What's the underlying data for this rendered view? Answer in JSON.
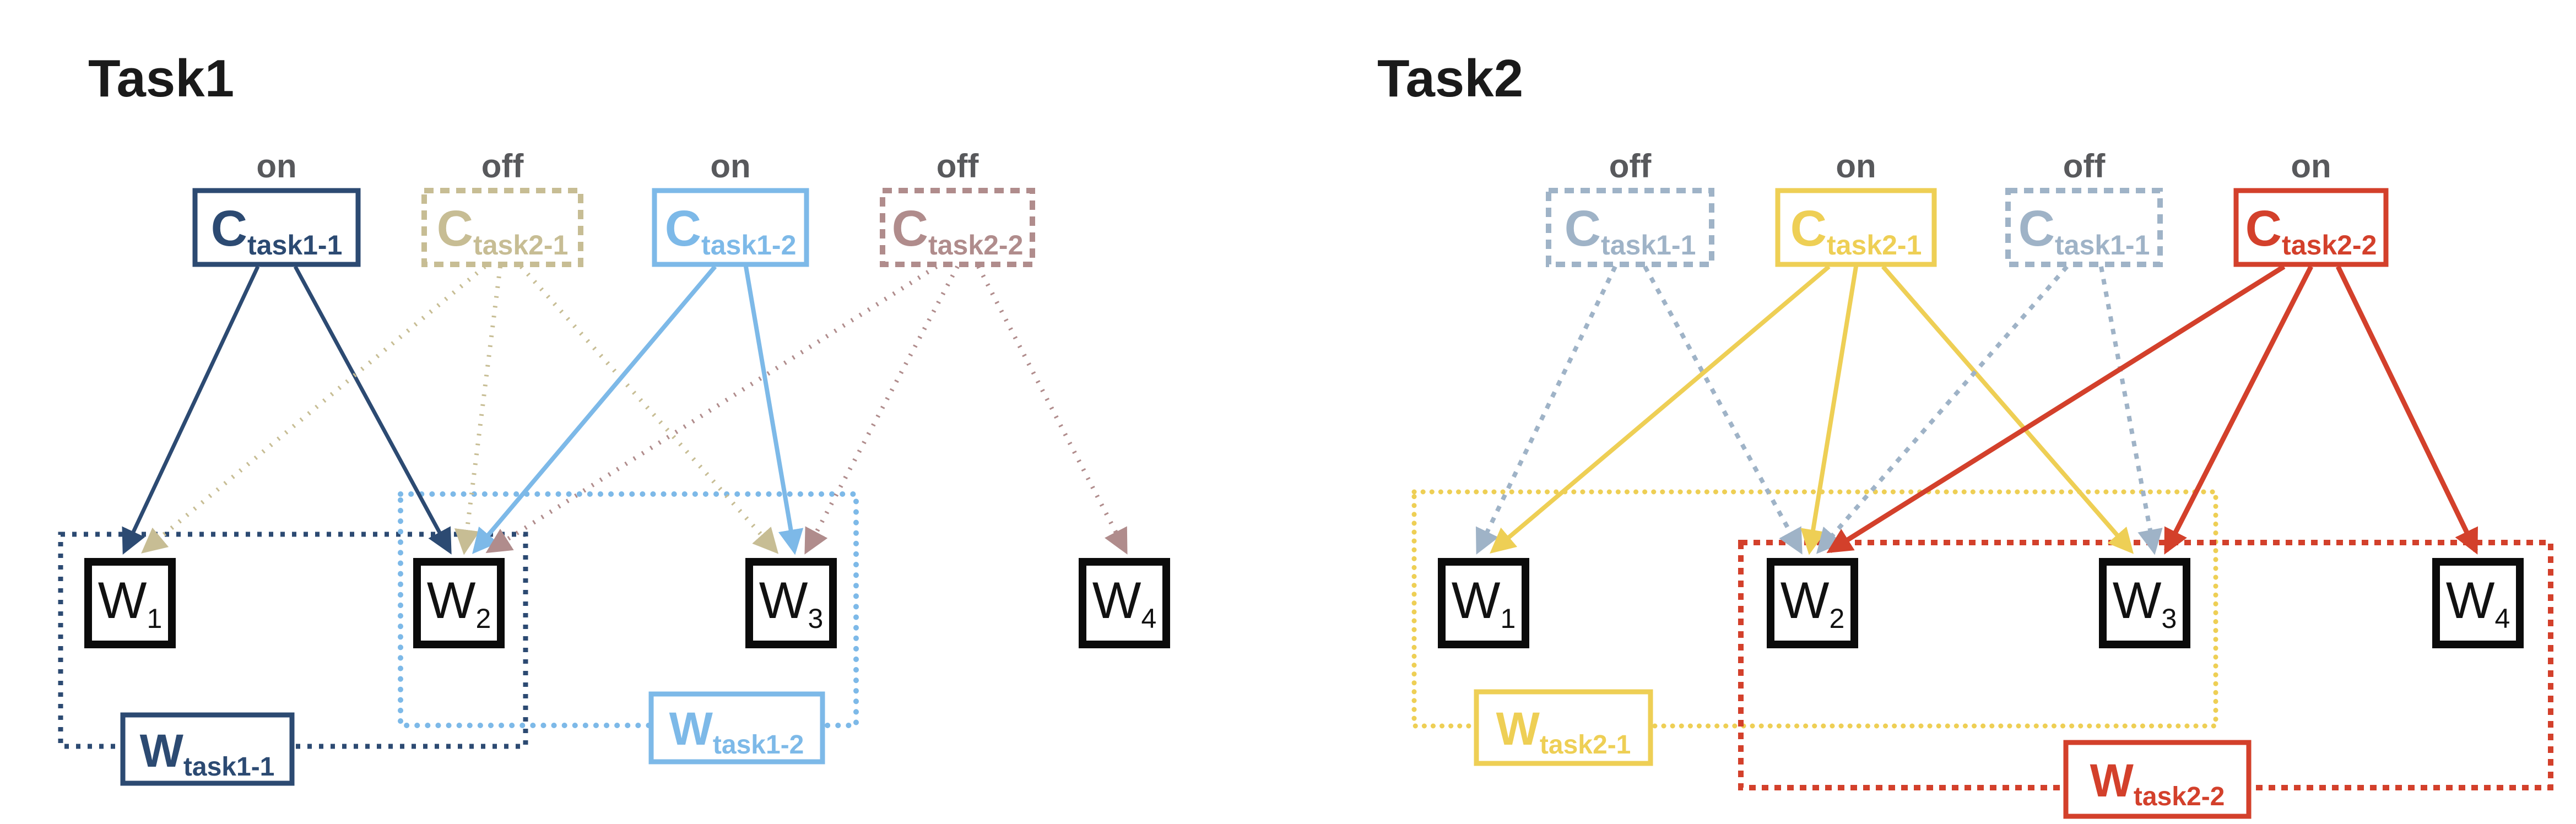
{
  "colors": {
    "navy": "#2c4a72",
    "tan": "#c7bd94",
    "light_blue": "#7db9e8",
    "mauve": "#b08c8c",
    "gray_blue": "#9fb3c7",
    "yellow": "#eecf55",
    "red": "#d3402b",
    "worker_border": "#0b0b0b",
    "state_label": "#58595c",
    "title": "#1a1a1a",
    "background": "#ffffff"
  },
  "panels": [
    {
      "title": "Task1",
      "controllers": [
        {
          "state": "on",
          "main": "C",
          "sub": "task1-1",
          "color": "#2c4a72",
          "border": "solid",
          "targets": [
            "W1",
            "W2"
          ]
        },
        {
          "state": "off",
          "main": "C",
          "sub": "task2-1",
          "color": "#c7bd94",
          "border": "dashed",
          "targets": [
            "W1",
            "W2",
            "W3"
          ]
        },
        {
          "state": "on",
          "main": "C",
          "sub": "task1-2",
          "color": "#7db9e8",
          "border": "solid",
          "targets": [
            "W2",
            "W3"
          ]
        },
        {
          "state": "off",
          "main": "C",
          "sub": "task2-2",
          "color": "#b08c8c",
          "border": "dashed",
          "targets": [
            "W2",
            "W3",
            "W4"
          ]
        }
      ],
      "workers": [
        {
          "main": "W",
          "sub": "1"
        },
        {
          "main": "W",
          "sub": "2"
        },
        {
          "main": "W",
          "sub": "3"
        },
        {
          "main": "W",
          "sub": "4"
        }
      ],
      "groups": [
        {
          "main": "W",
          "sub": "task1-1",
          "color": "#2c4a72",
          "covers": [
            "W1",
            "W2"
          ]
        },
        {
          "main": "W",
          "sub": "task1-2",
          "color": "#7db9e8",
          "covers": [
            "W2",
            "W3"
          ]
        }
      ]
    },
    {
      "title": "Task2",
      "controllers": [
        {
          "state": "off",
          "main": "C",
          "sub": "task1-1",
          "color": "#9fb3c7",
          "border": "dashed",
          "targets": [
            "W1",
            "W2"
          ]
        },
        {
          "state": "on",
          "main": "C",
          "sub": "task2-1",
          "color": "#eecf55",
          "border": "solid",
          "targets": [
            "W1",
            "W2",
            "W3"
          ]
        },
        {
          "state": "off",
          "main": "C",
          "sub": "task1-1",
          "color": "#9fb3c7",
          "border": "dashed",
          "targets": [
            "W2",
            "W3"
          ]
        },
        {
          "state": "on",
          "main": "C",
          "sub": "task2-2",
          "color": "#d3402b",
          "border": "solid",
          "targets": [
            "W2",
            "W3",
            "W4"
          ]
        }
      ],
      "workers": [
        {
          "main": "W",
          "sub": "1"
        },
        {
          "main": "W",
          "sub": "2"
        },
        {
          "main": "W",
          "sub": "3"
        },
        {
          "main": "W",
          "sub": "4"
        }
      ],
      "groups": [
        {
          "main": "W",
          "sub": "task2-1",
          "color": "#eecf55",
          "covers": [
            "W1",
            "W2",
            "W3"
          ]
        },
        {
          "main": "W",
          "sub": "task2-2",
          "color": "#d3402b",
          "covers": [
            "W2",
            "W3",
            "W4"
          ]
        }
      ]
    }
  ]
}
